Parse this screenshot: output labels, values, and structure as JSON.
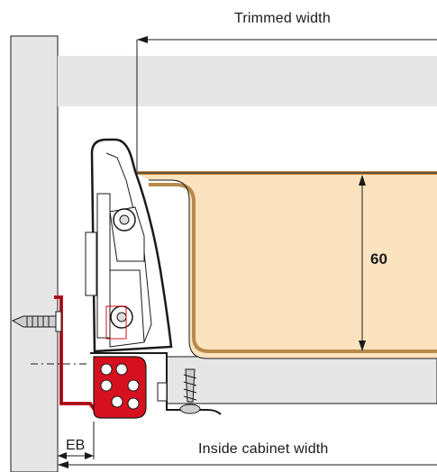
{
  "labels": {
    "trimmed_width": "Trimmed width",
    "inside_cabinet_width": "Inside cabinet width",
    "eb": "EB",
    "drawer_height": "60"
  },
  "colors": {
    "cabinet_panel": "#e6e6e6",
    "drawer_fill": "#fbe3bf",
    "drawer_edge": "#b88a4a",
    "runner_red": "#d6101e",
    "outline": "#1a1a1a"
  }
}
